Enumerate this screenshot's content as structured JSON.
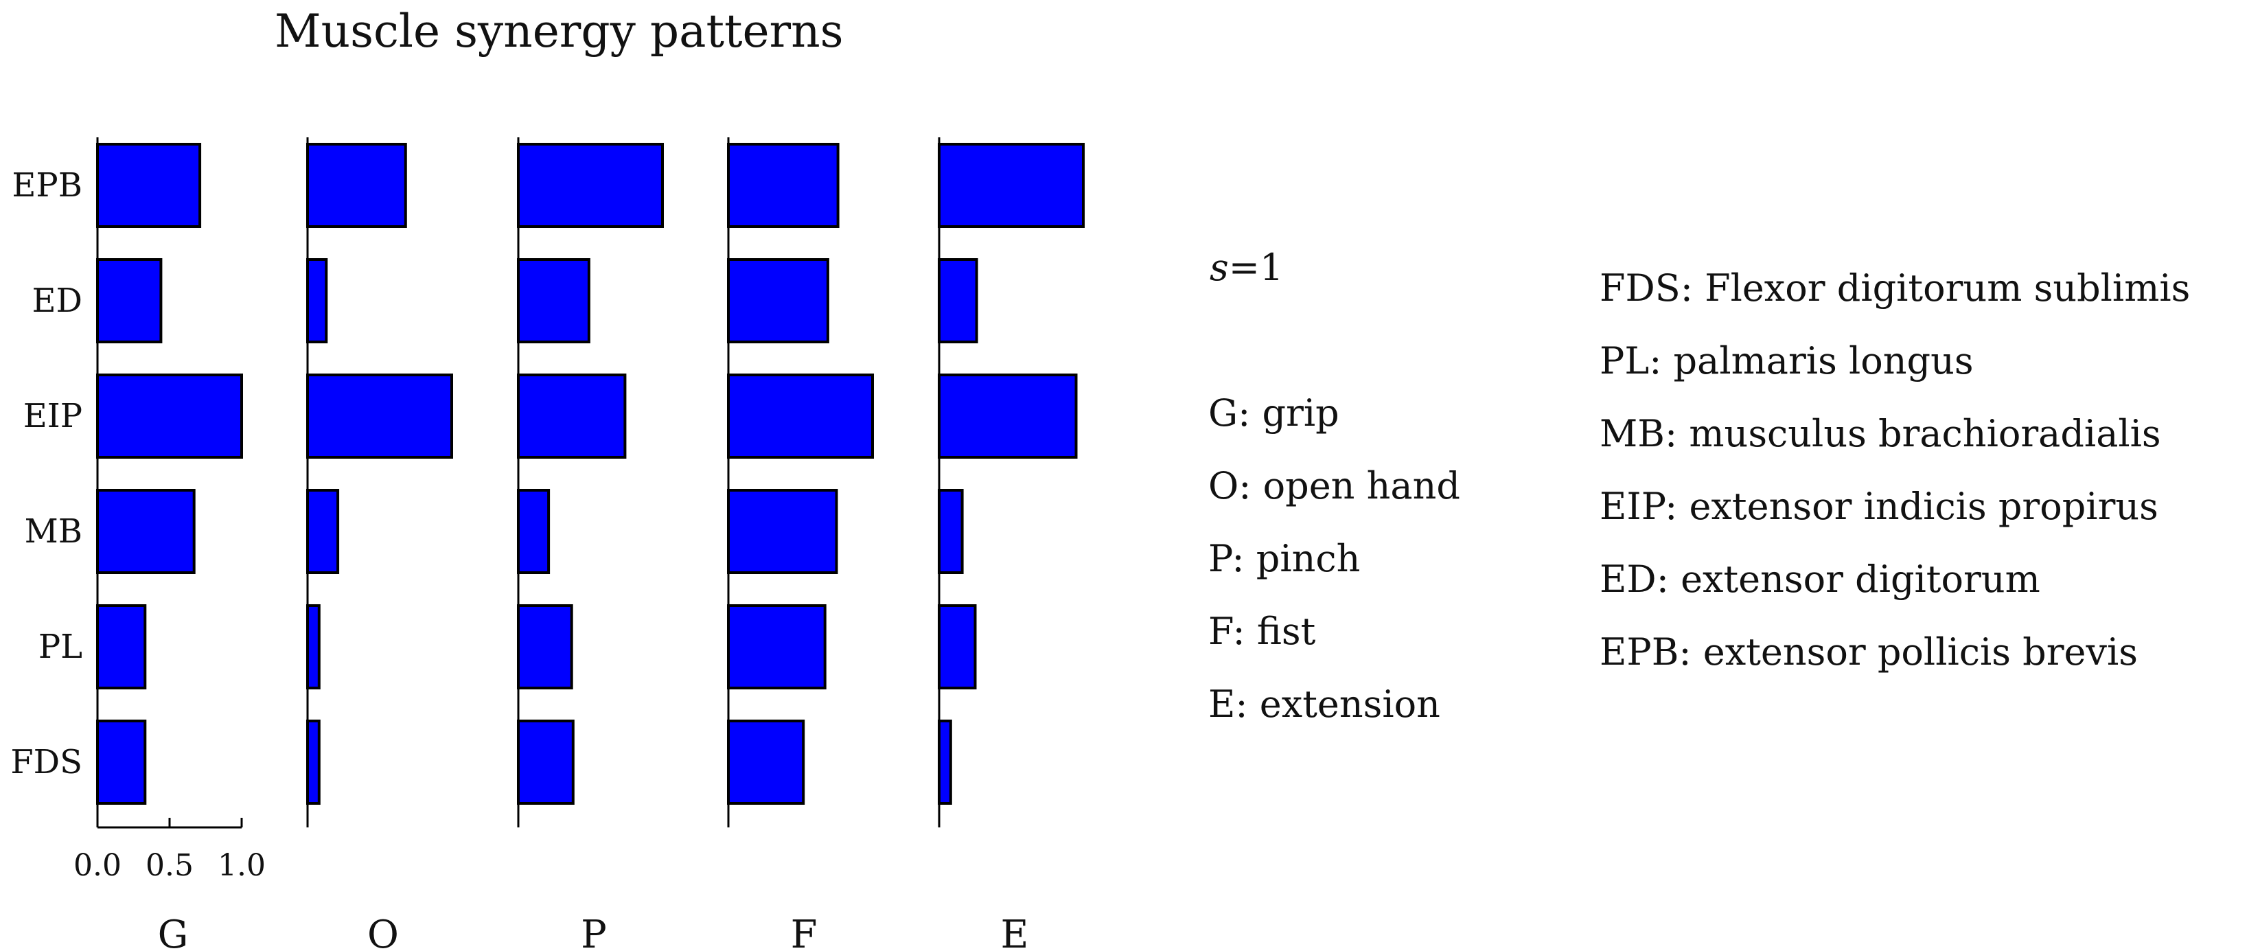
{
  "colors": {
    "bar": "#0000ff",
    "stroke": "#000000",
    "text": "#111111"
  },
  "chart_data": {
    "type": "bar",
    "orientation": "horizontal",
    "title": "Muscle synergy patterns",
    "categories": [
      "EPB",
      "ED",
      "EIP",
      "MB",
      "PL",
      "FDS"
    ],
    "xlim": [
      0,
      1
    ],
    "x_ticks": [
      "0.0",
      "0.5",
      "1.0"
    ],
    "grid": false,
    "panels": [
      {
        "label": "G",
        "values": [
          0.71,
          0.44,
          1.0,
          0.67,
          0.33,
          0.33
        ]
      },
      {
        "label": "O",
        "values": [
          0.68,
          0.13,
          1.0,
          0.21,
          0.08,
          0.08
        ]
      },
      {
        "label": "P",
        "values": [
          1.0,
          0.49,
          0.74,
          0.21,
          0.37,
          0.38
        ]
      },
      {
        "label": "F",
        "values": [
          0.76,
          0.69,
          1.0,
          0.75,
          0.67,
          0.52
        ]
      },
      {
        "label": "E",
        "values": [
          1.0,
          0.26,
          0.95,
          0.16,
          0.25,
          0.08
        ]
      }
    ]
  },
  "legend": {
    "s_label": "=1",
    "s_symbol": "s",
    "tasks": [
      "G: grip",
      "O: open hand",
      "P: pinch",
      "F: fist",
      "E: extension"
    ],
    "muscles": [
      "FDS: Flexor digitorum sublimis",
      "PL: palmaris longus",
      "MB: musculus brachioradialis",
      "EIP: extensor indicis propirus",
      "ED: extensor digitorum",
      "EPB: extensor pollicis brevis"
    ]
  }
}
